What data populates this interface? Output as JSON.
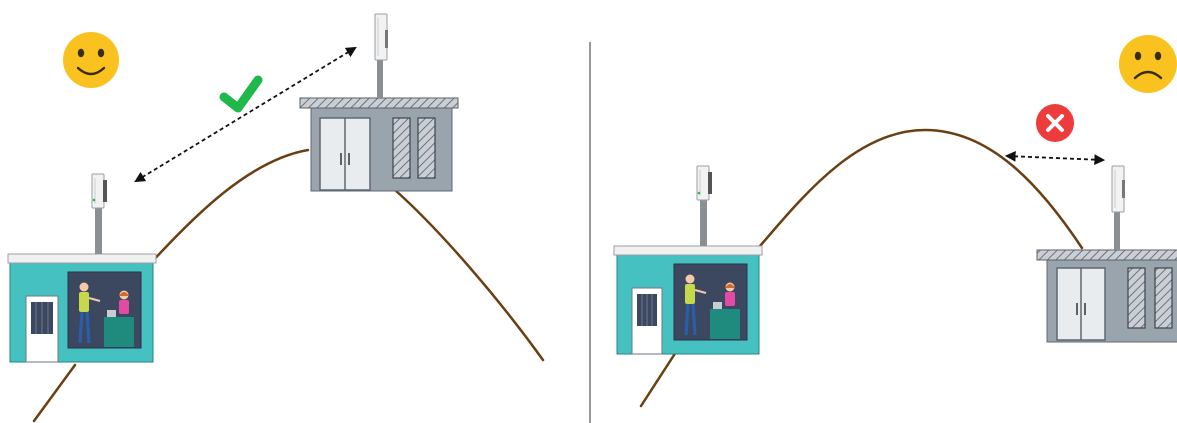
{
  "panels": [
    {
      "id": "good",
      "mood": "happy",
      "link": "clear",
      "link_status_icon": "checkmark-icon",
      "mood_icon": "smiley-face-icon",
      "house_color": "#45c1c1",
      "cabinet_color": "#9aa4ad"
    },
    {
      "id": "bad",
      "mood": "sad",
      "link": "blocked",
      "link_status_icon": "cross-icon",
      "mood_icon": "sad-face-icon",
      "house_color": "#45c1c1",
      "cabinet_color": "#9aa4ad"
    }
  ],
  "colors": {
    "terrain": "#6b3f12",
    "face": "#f9c21e",
    "face_features": "#3a2c12",
    "check": "#1fb84a",
    "cross_bg": "#ee3b3b",
    "arrow": "#111111",
    "divider": "#333333",
    "interior": "#3c4760",
    "counter": "#1f8a7e"
  }
}
